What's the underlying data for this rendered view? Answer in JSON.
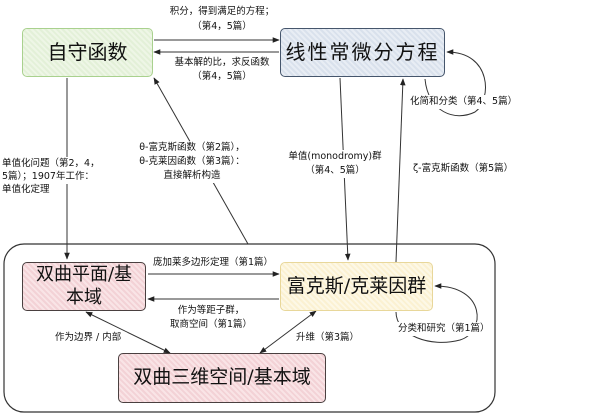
{
  "nodes": {
    "automorphic": "自守函数",
    "linear_ode": "线性常微分方程",
    "hyperbolic_plane": "双曲平面/基本域",
    "fuchsian_kleinian": "富克斯/克莱因群",
    "hyperbolic_3d": "双曲三维空间/基本域"
  },
  "edges": {
    "integrate_1": "积分，得到满足的方程；",
    "integrate_2": "（第4，5篇）",
    "ratio_1": "基本解的比，求反函数",
    "ratio_2": "（第4，5篇）",
    "simplify": "化简和分类（第4、5篇）",
    "uniformization_1": "单值化问题（第2，4，",
    "uniformization_2": "5篇）；1907年工作：",
    "uniformization_3": "单值化定理",
    "theta_1": "θ-富克斯函数（第2篇），",
    "theta_2": "θ-克莱因函数（第3篇）：",
    "theta_3": "直接解析构造",
    "monodromy_1": "单值(monodromy)群",
    "monodromy_2": "（第4、5篇）",
    "zeta": "ζ-富克斯函数（第5篇）",
    "poincare": "庞加莱多边形定理（第1篇）",
    "isometry_1": "作为等距子群，",
    "isometry_2": "取商空间（第1篇）",
    "boundary": "作为边界 / 内部",
    "lift": "升维（第3篇）",
    "classify": "分类和研究（第1篇）"
  },
  "colors": {
    "automorphic_fill": "#e3f0d8",
    "linear_ode_fill": "#d9e1ec",
    "hyperbolic_fill": "#f3d2d6",
    "group_fill": "#fbf1d2"
  }
}
